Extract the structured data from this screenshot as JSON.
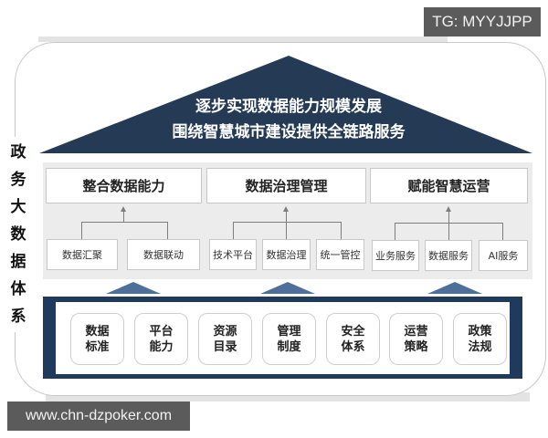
{
  "watermarks": {
    "top_right": "TG: MYYJJPP",
    "bottom_left": "www.chn-dzpoker.com"
  },
  "side_title": [
    "政",
    "务",
    "大",
    "数",
    "据",
    "体",
    "系"
  ],
  "roof": {
    "line1": "逐步实现数据能力规模发展",
    "line2": "围绕智慧城市建设提供全链路服务",
    "color": "#253a55"
  },
  "pillars": [
    {
      "title": "整合数据能力",
      "items": [
        "数据汇聚",
        "数据联动"
      ]
    },
    {
      "title": "数据治理管理",
      "items": [
        "技术平台",
        "数据治理",
        "统一管控"
      ]
    },
    {
      "title": "赋能智慧运营",
      "items": [
        "业务服务",
        "数据服务",
        "AI服务"
      ]
    }
  ],
  "foundation": {
    "color": "#1f3a5c",
    "tiles": [
      {
        "line1": "数据",
        "line2": "标准"
      },
      {
        "line1": "平台",
        "line2": "能力"
      },
      {
        "line1": "资源",
        "line2": "目录"
      },
      {
        "line1": "管理",
        "line2": "制度"
      },
      {
        "line1": "安全",
        "line2": "体系"
      },
      {
        "line1": "运营",
        "line2": "策略"
      },
      {
        "line1": "政策",
        "line2": "法规"
      }
    ]
  },
  "colors": {
    "arrow_triangle": "#4e6f99",
    "panel_gray": "#ececec",
    "watermark_bg": "#5b5b5b"
  }
}
